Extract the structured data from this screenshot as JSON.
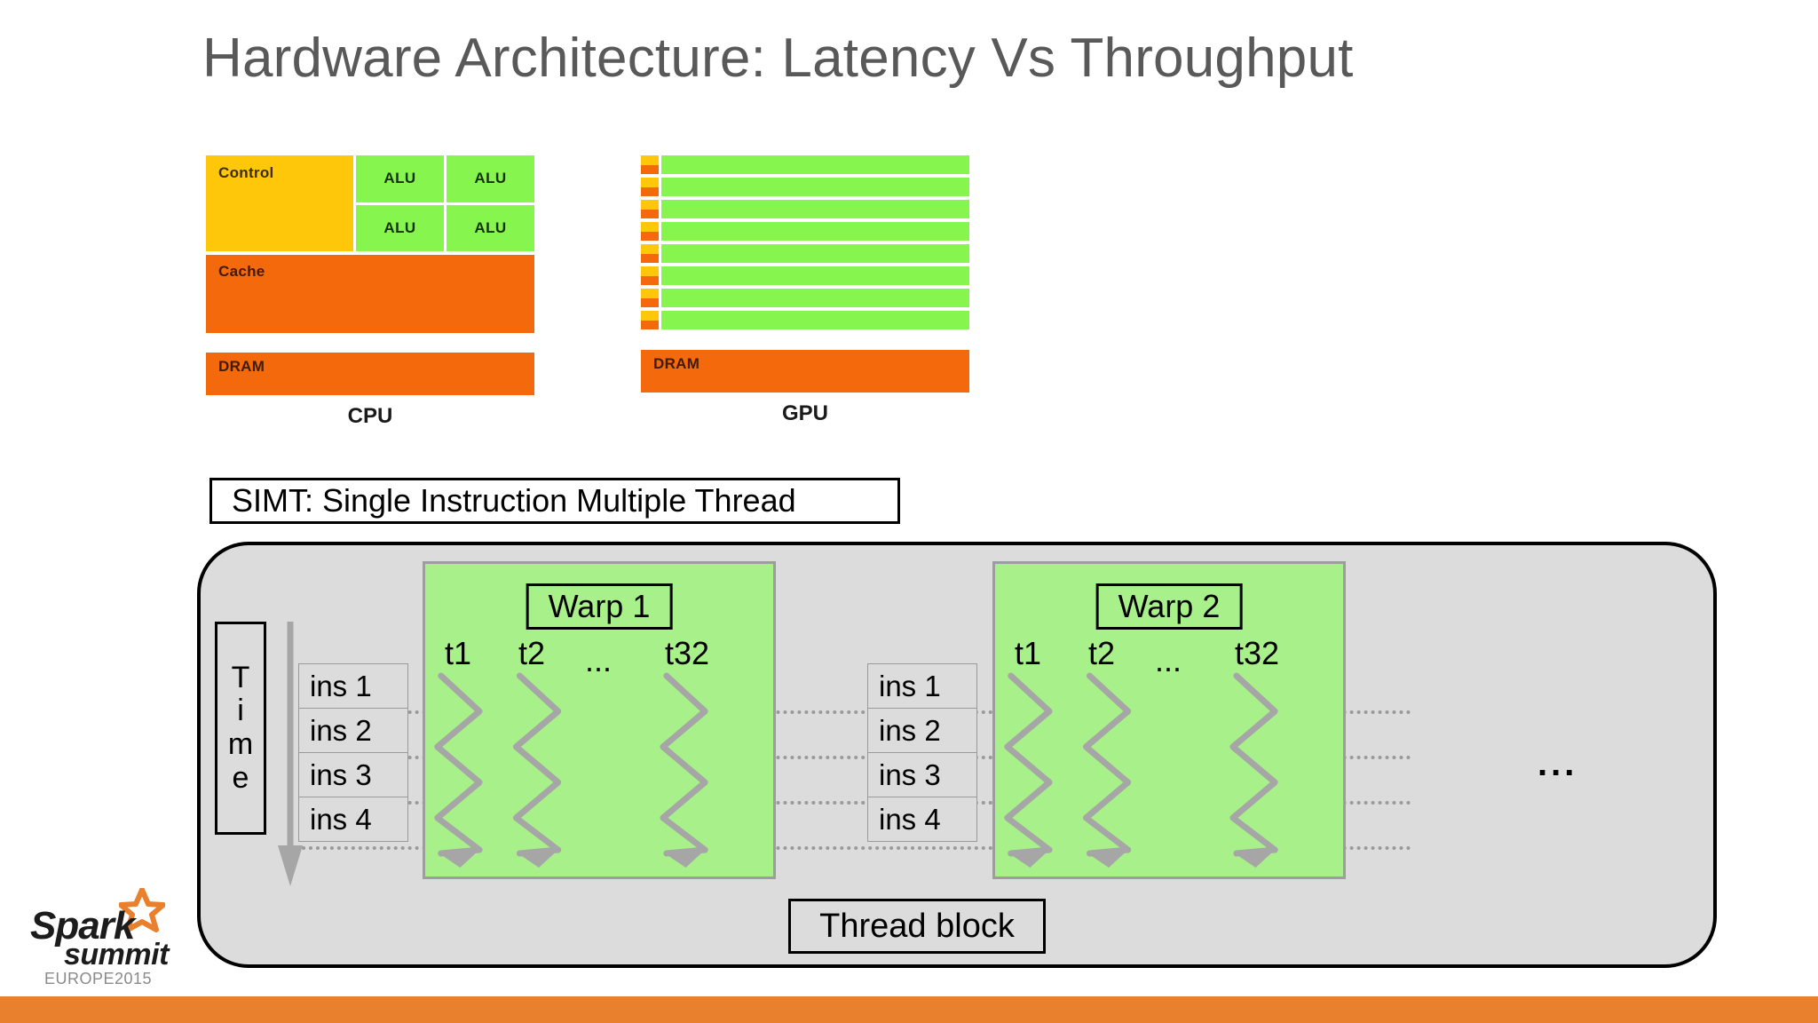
{
  "slide": {
    "title": "Hardware Architecture: Latency Vs Throughput",
    "title_color": "#595959",
    "background_color": "#FFFFFF",
    "bottom_bar_color": "#E8802E"
  },
  "hardware_diagram": {
    "cpu": {
      "caption": "CPU",
      "control_label": "Control",
      "cache_label": "Cache",
      "dram_label": "DRAM",
      "alu_labels": [
        "ALU",
        "ALU",
        "ALU",
        "ALU"
      ],
      "alu_count": 4,
      "colors": {
        "control": "#FFC709",
        "alu": "#86F54E",
        "cache": "#F4690B",
        "dram": "#F4690B"
      }
    },
    "gpu": {
      "caption": "GPU",
      "dram_label": "DRAM",
      "alu_row_count": 8,
      "colors": {
        "control": "#FFC709",
        "alu": "#86F54E",
        "cache": "#F4690B",
        "dram": "#F4690B"
      }
    }
  },
  "simt": {
    "label": "SIMT: Single Instruction Multiple Thread"
  },
  "thread_block": {
    "caption": "Thread block",
    "time_axis": {
      "letters": [
        "T",
        "i",
        "m",
        "e"
      ],
      "arrow_direction": "down"
    },
    "ellipsis": "...",
    "instruction_stacks": [
      {
        "items": [
          "ins 1",
          "ins 2",
          "ins 3",
          "ins 4"
        ]
      },
      {
        "items": [
          "ins 1",
          "ins 2",
          "ins 3",
          "ins 4"
        ]
      }
    ],
    "warps": [
      {
        "title": "Warp 1",
        "thread_labels": {
          "first": "t1",
          "second": "t2",
          "ellipsis": "...",
          "last": "t32"
        }
      },
      {
        "title": "Warp 2",
        "thread_labels": {
          "first": "t1",
          "second": "t2",
          "ellipsis": "...",
          "last": "t32"
        }
      }
    ],
    "colors": {
      "container": "#DCDCDC",
      "warp": "#A8F08A",
      "border": "#000000"
    }
  },
  "logo": {
    "line1": "Spark",
    "line2": "summit",
    "line3": "EUROPE2015",
    "star_color": "#E8802E"
  }
}
